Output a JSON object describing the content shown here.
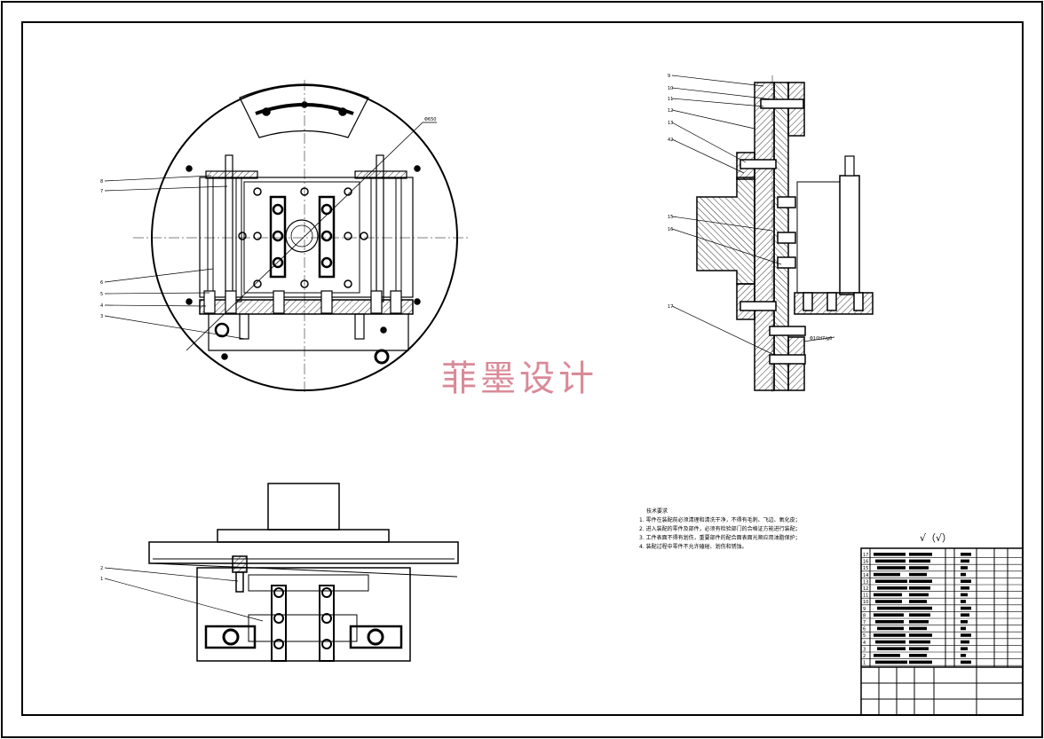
{
  "watermark": "菲墨设计",
  "front_view": {
    "dimension": "Φ650",
    "leaders": [
      "8",
      "7",
      "6",
      "5",
      "4",
      "3"
    ]
  },
  "side_view": {
    "leaders": [
      "9",
      "10",
      "11",
      "12",
      "13",
      "42",
      "15",
      "16",
      "17"
    ],
    "fit_note": "Φ10H7/g6"
  },
  "bottom_view": {
    "leaders": [
      "2",
      "1"
    ]
  },
  "technical_requirements": {
    "title": "技术要求",
    "items": [
      "1. 零件在装配前必须清理和清洗干净，不得有毛刺、飞边、氧化皮；",
      "2. 进入装配的零件及部件，必须有检验部门的合格证方能进行装配；",
      "3. 工件表面不得有划伤，重要部件的配合面表面光顺应用油脂保护；",
      "4. 装配过程中零件不允许磕碰、划伤和锈蚀。"
    ]
  },
  "roughness": "√（√）",
  "bom_row_numbers": [
    "17",
    "16",
    "15",
    "14",
    "13",
    "12",
    "11",
    "10",
    "9",
    "8",
    "7",
    "6",
    "5",
    "4",
    "3",
    "2",
    "1"
  ]
}
